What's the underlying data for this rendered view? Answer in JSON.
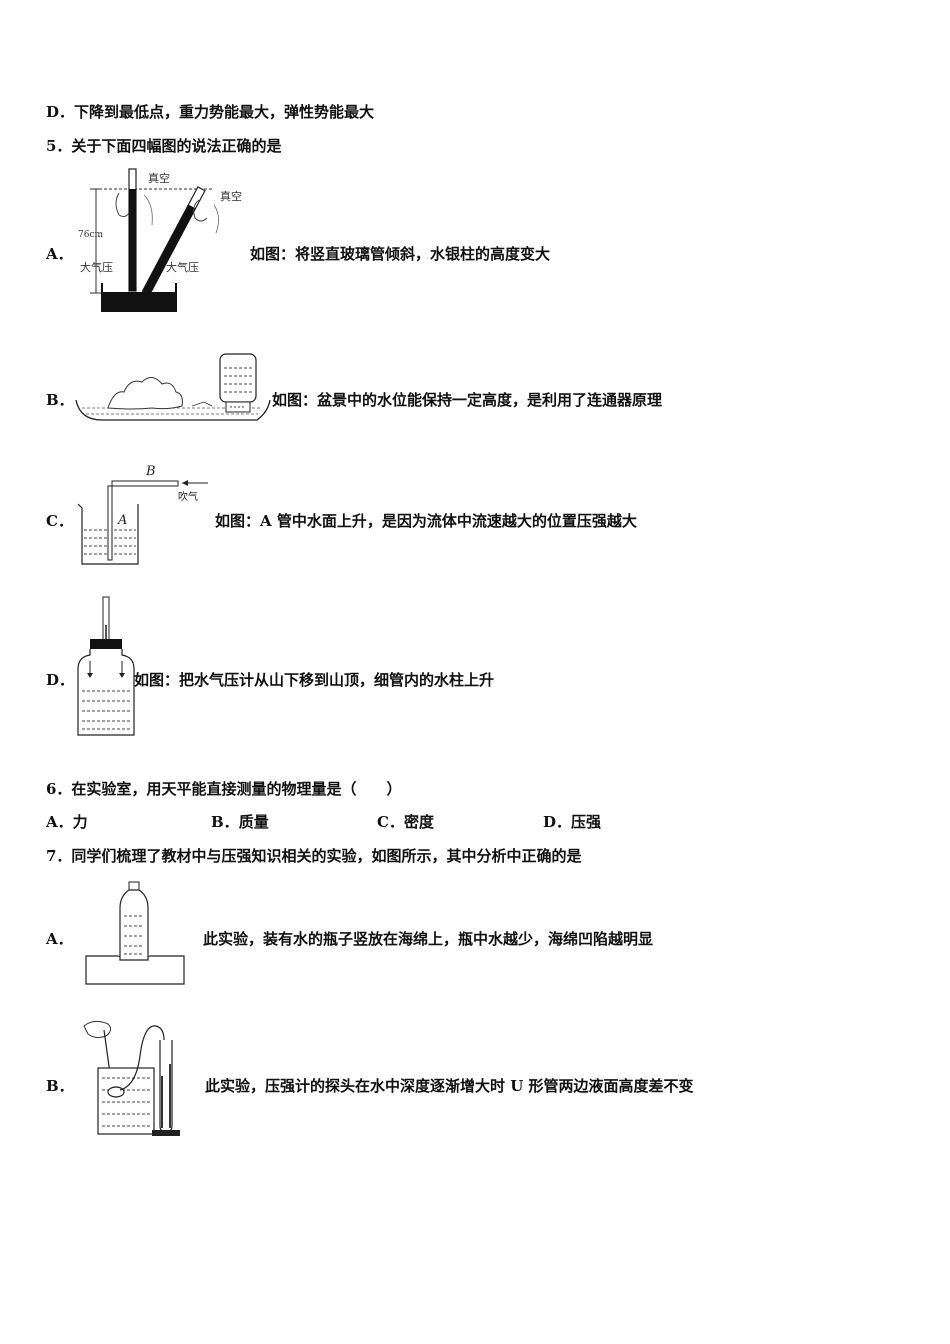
{
  "q4": {
    "option_d": "D．下降到最低点，重力势能最大，弹性势能最大"
  },
  "q5": {
    "stem": "5．关于下面四幅图的说法正确的是",
    "options": [
      {
        "letter": "A．",
        "text": "如图：将竖直玻璃管倾斜，水银柱的高度变大"
      },
      {
        "letter": "B．",
        "text": "如图：盆景中的水位能保持一定高度，是利用了连通器原理"
      },
      {
        "letter": "C．",
        "text": "如图：A 管中水面上升，是因为流体中流速越大的位置压强越大"
      },
      {
        "letter": "D．",
        "text": "如图：把水气压计从山下移到山顶，细管内的水柱上升"
      }
    ],
    "fig_a": {
      "vacuum1": "真空",
      "vacuum2": "真空",
      "height": "76cm",
      "atm1": "大气压",
      "atm2": "大气压"
    },
    "fig_c": {
      "tube_b": "B",
      "tube_a": "A",
      "blow": "吹气"
    }
  },
  "q6": {
    "stem": "6．在实验室，用天平能直接测量的物理量是（　　）",
    "options": [
      {
        "letter": "A．",
        "text": "力"
      },
      {
        "letter": "B．",
        "text": "质量"
      },
      {
        "letter": "C．",
        "text": "密度"
      },
      {
        "letter": "D．",
        "text": "压强"
      }
    ]
  },
  "q7": {
    "stem": "7．同学们梳理了教材中与压强知识相关的实验，如图所示，其中分析中正确的是",
    "options": [
      {
        "letter": "A．",
        "text": "此实验，装有水的瓶子竖放在海绵上，瓶中水越少，海绵凹陷越明显"
      },
      {
        "letter": "B．",
        "text": "此实验，压强计的探头在水中深度逐渐增大时 U 形管两边液面高度差不变"
      }
    ]
  }
}
